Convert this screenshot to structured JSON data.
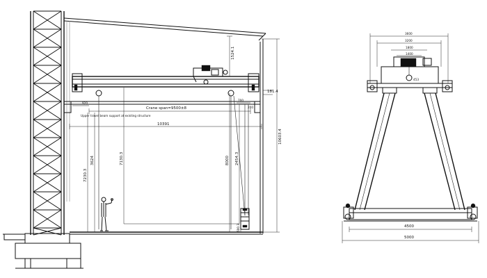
{
  "side_view": {
    "crane_span_label": "Crane span=9500±8",
    "support_note": "Upper travel beam support at existing structure",
    "total_length": "10391",
    "clearance_top": "1524.1",
    "right_offset": "181.4",
    "small_offset_left": "920",
    "small_offset_right": "700",
    "small_offset_top": "200",
    "height_left_1": "7230.3",
    "height_left_2": "3624",
    "height_mid": "7130.3",
    "height_right_1": "8000",
    "height_right_2": "2454.3",
    "overall_height": "10603.4",
    "bottom_dim": "600.3"
  },
  "end_view": {
    "top_width_outer": "3600",
    "top_width_mid": "3200",
    "top_width_inner": "1800",
    "hoist_dim": "1400",
    "center_dim": "453",
    "base_inner": "4500",
    "base_outer": "5000"
  }
}
